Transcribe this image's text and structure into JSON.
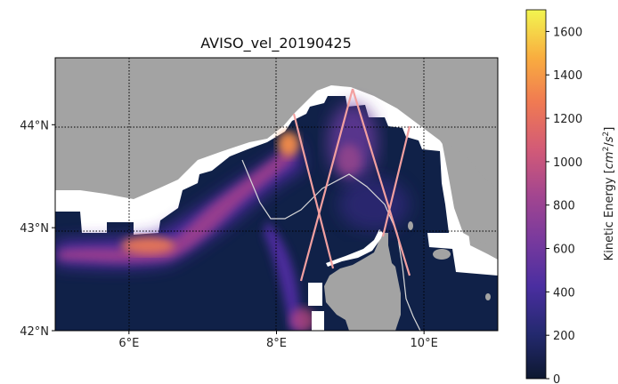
{
  "map": {
    "title": "AVISO_vel_20190425",
    "lon_ticks": [
      {
        "value": 6,
        "label": "6°E"
      },
      {
        "value": 8,
        "label": "8°E"
      },
      {
        "value": 10,
        "label": "10°E"
      }
    ],
    "lat_ticks": [
      {
        "value": 42,
        "label": "42°N"
      },
      {
        "value": 43,
        "label": "43°N"
      },
      {
        "value": 44,
        "label": "44°N"
      }
    ],
    "lon_range": [
      5,
      11
    ],
    "lat_range": [
      42,
      44.65
    ],
    "grid": "dotted",
    "colors": {
      "land": "#a3a3a3",
      "mask": "#ffffff",
      "track": "#f2a0a0",
      "route": "#d8d8d8"
    }
  },
  "colorbar": {
    "label_prefix": "Kinetic Energy [",
    "label_unit": "cm",
    "label_exp1": "2",
    "label_sep": "/",
    "label_unit2": "s",
    "label_exp2": "2",
    "label_suffix": "]",
    "range": [
      0,
      1700
    ],
    "colormap": "plasma",
    "ticks": [
      {
        "value": 0,
        "label": "0"
      },
      {
        "value": 200,
        "label": "200"
      },
      {
        "value": 400,
        "label": "400"
      },
      {
        "value": 600,
        "label": "600"
      },
      {
        "value": 800,
        "label": "800"
      },
      {
        "value": 1000,
        "label": "1000"
      },
      {
        "value": 1200,
        "label": "1200"
      },
      {
        "value": 1400,
        "label": "1400"
      },
      {
        "value": 1600,
        "label": "1600"
      }
    ]
  }
}
